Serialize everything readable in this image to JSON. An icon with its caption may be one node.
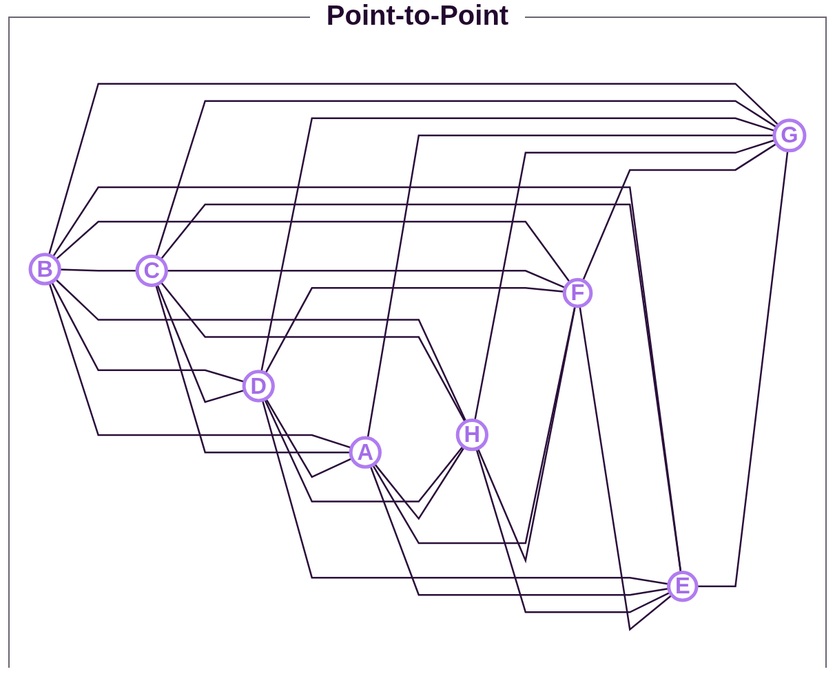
{
  "diagram": {
    "title": "Point-to-Point",
    "nodes": [
      {
        "text": [
          "B"
        ]
      },
      {
        "text": [
          "C"
        ]
      },
      {
        "text": [
          "D"
        ]
      },
      {
        "text": [
          "A"
        ]
      },
      {
        "text": [
          "H"
        ]
      },
      {
        "text": [
          "F"
        ]
      },
      {
        "text": [
          "E"
        ]
      },
      {
        "text": [
          "G"
        ]
      }
    ],
    "edges": [
      {
        "from": 0,
        "to": 1,
        "arrow": "none"
      },
      {
        "from": 0,
        "to": 2,
        "arrow": "none"
      },
      {
        "from": 0,
        "to": 3,
        "arrow": "none"
      },
      {
        "from": 0,
        "to": 4,
        "arrow": "none"
      },
      {
        "from": 0,
        "to": 5,
        "arrow": "none"
      },
      {
        "from": 0,
        "to": 6,
        "arrow": "none"
      },
      {
        "from": 0,
        "to": 7,
        "arrow": "none"
      },
      {
        "from": 1,
        "to": 2,
        "arrow": "none"
      },
      {
        "from": 1,
        "to": 3,
        "arrow": "none"
      },
      {
        "from": 1,
        "to": 4,
        "arrow": "none"
      },
      {
        "from": 1,
        "to": 5,
        "arrow": "none"
      },
      {
        "from": 1,
        "to": 6,
        "arrow": "none"
      },
      {
        "from": 1,
        "to": 7,
        "arrow": "none"
      },
      {
        "from": 2,
        "to": 3,
        "arrow": "none"
      },
      {
        "from": 2,
        "to": 4,
        "arrow": "none"
      },
      {
        "from": 2,
        "to": 5,
        "arrow": "none"
      },
      {
        "from": 2,
        "to": 6,
        "arrow": "none"
      },
      {
        "from": 2,
        "to": 7,
        "arrow": "none"
      },
      {
        "from": 3,
        "to": 4,
        "arrow": "none"
      },
      {
        "from": 3,
        "to": 5,
        "arrow": "none"
      },
      {
        "from": 3,
        "to": 6,
        "arrow": "none"
      },
      {
        "from": 3,
        "to": 7,
        "arrow": "none"
      },
      {
        "from": 4,
        "to": 5,
        "arrow": "none"
      },
      {
        "from": 4,
        "to": 6,
        "arrow": "none"
      },
      {
        "from": 4,
        "to": 7,
        "arrow": "none"
      },
      {
        "from": 5,
        "to": 6,
        "arrow": "none"
      },
      {
        "from": 5,
        "to": 7,
        "arrow": "none"
      },
      {
        "from": 6,
        "to": 7,
        "arrow": "none"
      }
    ]
  }
}
